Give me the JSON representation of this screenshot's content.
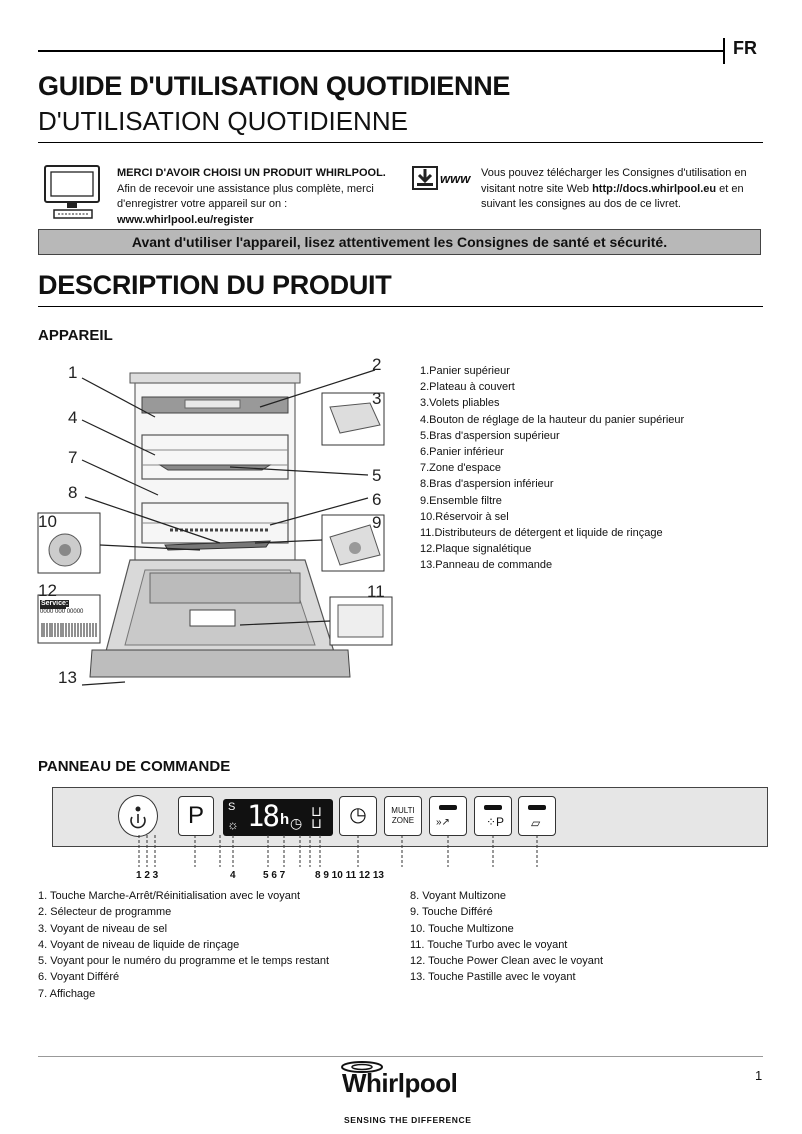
{
  "language_tag": "FR",
  "header": {
    "title_line1": "GUIDE D'UTILISATION QUOTIDIENNE",
    "title_line2": "D'UTILISATION QUOTIDIENNE"
  },
  "register": {
    "heading": "MERCI D'AVOIR CHOISI UN PRODUIT WHIRLPOOL.",
    "text": "Afin de recevoir une assistance plus complète, merci d'enregistrer votre appareil sur on :",
    "url": "www.whirlpool.eu/register"
  },
  "download": {
    "icon_label": "www",
    "text_before": "Vous pouvez télécharger les Consignes d'utilisation en visitant notre site Web ",
    "url": "http://docs.whirlpool.eu",
    "text_after": " et en suivant les consignes au dos de ce livret."
  },
  "warning_bar": "Avant d'utiliser l'appareil, lisez attentivement les Consignes de santé et sécurité.",
  "product_section": {
    "title": "DESCRIPTION DU PRODUIT",
    "appliance_heading": "APPAREIL",
    "callouts": [
      "1",
      "2",
      "3",
      "4",
      "5",
      "6",
      "7",
      "8",
      "9",
      "10",
      "11",
      "12",
      "13"
    ],
    "parts": [
      "1.Panier supérieur",
      "2.Plateau à couvert",
      "3.Volets pliables",
      "4.Bouton de réglage de la hauteur du panier supérieur",
      "5.Bras d'aspersion supérieur",
      "6.Panier inférieur",
      "7.Zone d'espace",
      "8.Bras d'aspersion inférieur",
      "9.Ensemble filtre",
      "10.Réservoir à sel",
      "11.Distributeurs de détergent et liquide de rinçage",
      "12.Plaque signalétique",
      "13.Panneau de commande"
    ],
    "rating_plate_label": "Service:",
    "rating_plate_code": "0000 000 00000"
  },
  "control_panel": {
    "heading": "PANNEAU DE COMMANDE",
    "program_button": "P",
    "display_digits": "18",
    "display_unit": "h",
    "multizone_line1": "MULTI",
    "multizone_line2": "ZONE",
    "index_numbers": [
      "1 2 3",
      "4",
      "5 6 7",
      "8 9 10 11 12 13"
    ],
    "legend_left": [
      "1. Touche Marche-Arrêt/Réinitialisation avec le voyant",
      "2. Sélecteur de programme",
      "3. Voyant de niveau de sel",
      "4. Voyant de niveau de liquide de rinçage",
      "5. Voyant pour le numéro du programme et le temps restant",
      "6. Voyant Différé",
      "7. Affichage"
    ],
    "legend_right": [
      "8. Voyant Multizone",
      "9. Touche Différé",
      "10. Touche Multizone",
      "11. Touche Turbo avec le voyant",
      "12. Touche Power Clean avec le voyant",
      "13. Touche Pastille avec le voyant"
    ]
  },
  "footer": {
    "brand": "Whirlpool",
    "tagline": "SENSING THE DIFFERENCE",
    "page_number": "1"
  }
}
